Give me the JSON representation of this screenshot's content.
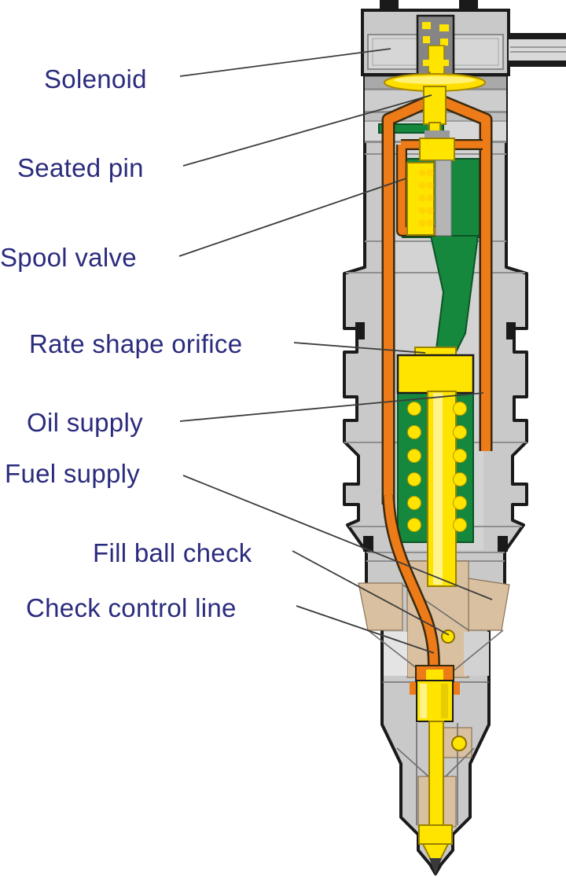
{
  "diagram": {
    "labels": [
      {
        "id": "solenoid",
        "text": "Solenoid"
      },
      {
        "id": "seated-pin",
        "text": "Seated pin"
      },
      {
        "id": "spool-valve",
        "text": "Spool valve"
      },
      {
        "id": "rate-shape-orifice",
        "text": "Rate shape orifice"
      },
      {
        "id": "oil-supply",
        "text": "Oil supply"
      },
      {
        "id": "fuel-supply",
        "text": "Fuel supply"
      },
      {
        "id": "fill-ball-check",
        "text": "Fill ball check"
      },
      {
        "id": "check-control-line",
        "text": "Check control line"
      }
    ],
    "colors": {
      "label-text": "#2b2b7e",
      "outline": "#1a1a1a",
      "body-gray": "#c9c9c9",
      "oil-orange": "#ed7b17",
      "passage-green": "#15883e",
      "part-yellow": "#ffe400",
      "fuel-tan": "#d9c0a0",
      "leader-line": "#3c3c3c"
    }
  }
}
